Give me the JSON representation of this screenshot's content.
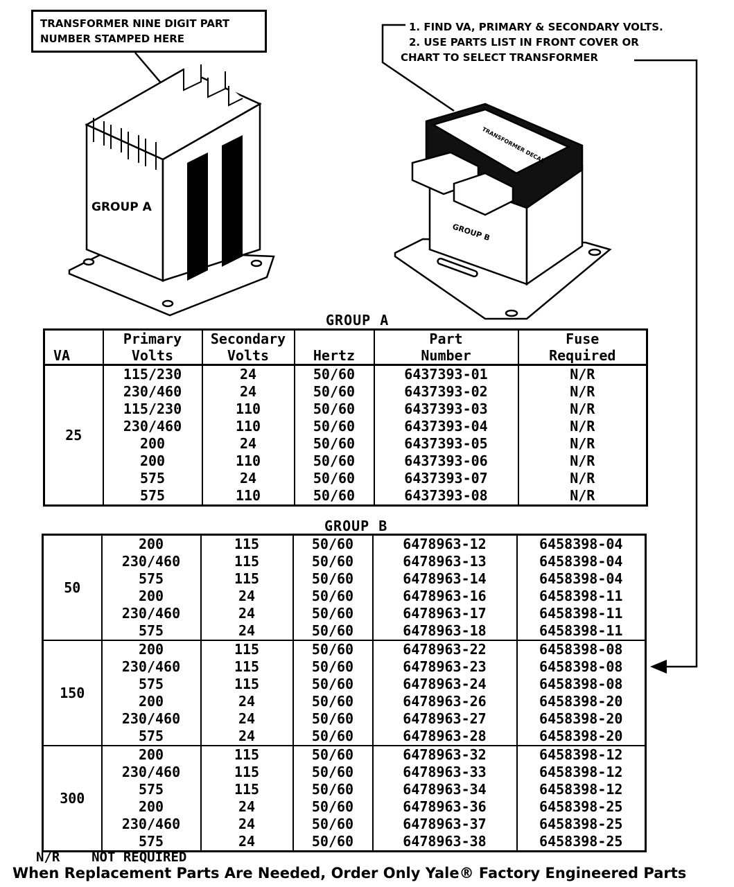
{
  "callout_a": {
    "line1": "TRANSFORMER NINE DIGIT PART",
    "line2": "NUMBER STAMPED HERE"
  },
  "instructions": {
    "line1": "1.   FIND VA, PRIMARY & SECONDARY VOLTS.",
    "line2": "2.   USE PARTS LIST IN FRONT COVER OR",
    "line3": "CHART TO SELECT TRANSFORMER"
  },
  "drawing_labels": {
    "group_a": "GROUP A",
    "group_b": "GROUP B",
    "decal": "TRANSFORMER DECAL"
  },
  "group_a": {
    "title": "GROUP  A",
    "headers": {
      "va": "VA",
      "primary_1": "Primary",
      "primary_2": "Volts",
      "secondary_1": "Secondary",
      "secondary_2": "Volts",
      "hertz": "Hertz",
      "part_1": "Part",
      "part_2": "Number",
      "fuse_1": "Fuse",
      "fuse_2": "Required"
    },
    "va": "25",
    "rows": [
      [
        "115/230",
        "24",
        "50/60",
        "6437393-01",
        "N/R"
      ],
      [
        "230/460",
        "24",
        "50/60",
        "6437393-02",
        "N/R"
      ],
      [
        "115/230",
        "110",
        "50/60",
        "6437393-03",
        "N/R"
      ],
      [
        "230/460",
        "110",
        "50/60",
        "6437393-04",
        "N/R"
      ],
      [
        "200",
        "24",
        "50/60",
        "6437393-05",
        "N/R"
      ],
      [
        "200",
        "110",
        "50/60",
        "6437393-06",
        "N/R"
      ],
      [
        "575",
        "24",
        "50/60",
        "6437393-07",
        "N/R"
      ],
      [
        "575",
        "110",
        "50/60",
        "6437393-08",
        "N/R"
      ]
    ]
  },
  "group_b": {
    "title": "GROUP  B",
    "blocks": [
      {
        "va": "50",
        "rows": [
          [
            "200",
            "115",
            "50/60",
            "6478963-12",
            "6458398-04"
          ],
          [
            "230/460",
            "115",
            "50/60",
            "6478963-13",
            "6458398-04"
          ],
          [
            "575",
            "115",
            "50/60",
            "6478963-14",
            "6458398-04"
          ],
          [
            "200",
            "24",
            "50/60",
            "6478963-16",
            "6458398-11"
          ],
          [
            "230/460",
            "24",
            "50/60",
            "6478963-17",
            "6458398-11"
          ],
          [
            "575",
            "24",
            "50/60",
            "6478963-18",
            "6458398-11"
          ]
        ]
      },
      {
        "va": "150",
        "rows": [
          [
            "200",
            "115",
            "50/60",
            "6478963-22",
            "6458398-08"
          ],
          [
            "230/460",
            "115",
            "50/60",
            "6478963-23",
            "6458398-08"
          ],
          [
            "575",
            "115",
            "50/60",
            "6478963-24",
            "6458398-08"
          ],
          [
            "200",
            "24",
            "50/60",
            "6478963-26",
            "6458398-20"
          ],
          [
            "230/460",
            "24",
            "50/60",
            "6478963-27",
            "6458398-20"
          ],
          [
            "575",
            "24",
            "50/60",
            "6478963-28",
            "6458398-20"
          ]
        ]
      },
      {
        "va": "300",
        "rows": [
          [
            "200",
            "115",
            "50/60",
            "6478963-32",
            "6458398-12"
          ],
          [
            "230/460",
            "115",
            "50/60",
            "6478963-33",
            "6458398-12"
          ],
          [
            "575",
            "115",
            "50/60",
            "6478963-34",
            "6458398-12"
          ],
          [
            "200",
            "24",
            "50/60",
            "6478963-36",
            "6458398-25"
          ],
          [
            "230/460",
            "24",
            "50/60",
            "6478963-37",
            "6458398-25"
          ],
          [
            "575",
            "24",
            "50/60",
            "6478963-38",
            "6458398-25"
          ]
        ]
      }
    ]
  },
  "footnote": "N/R    NOT REQUIRED",
  "footer": "When Replacement Parts Are Needed, Order Only Yale® Factory Engineered Parts"
}
